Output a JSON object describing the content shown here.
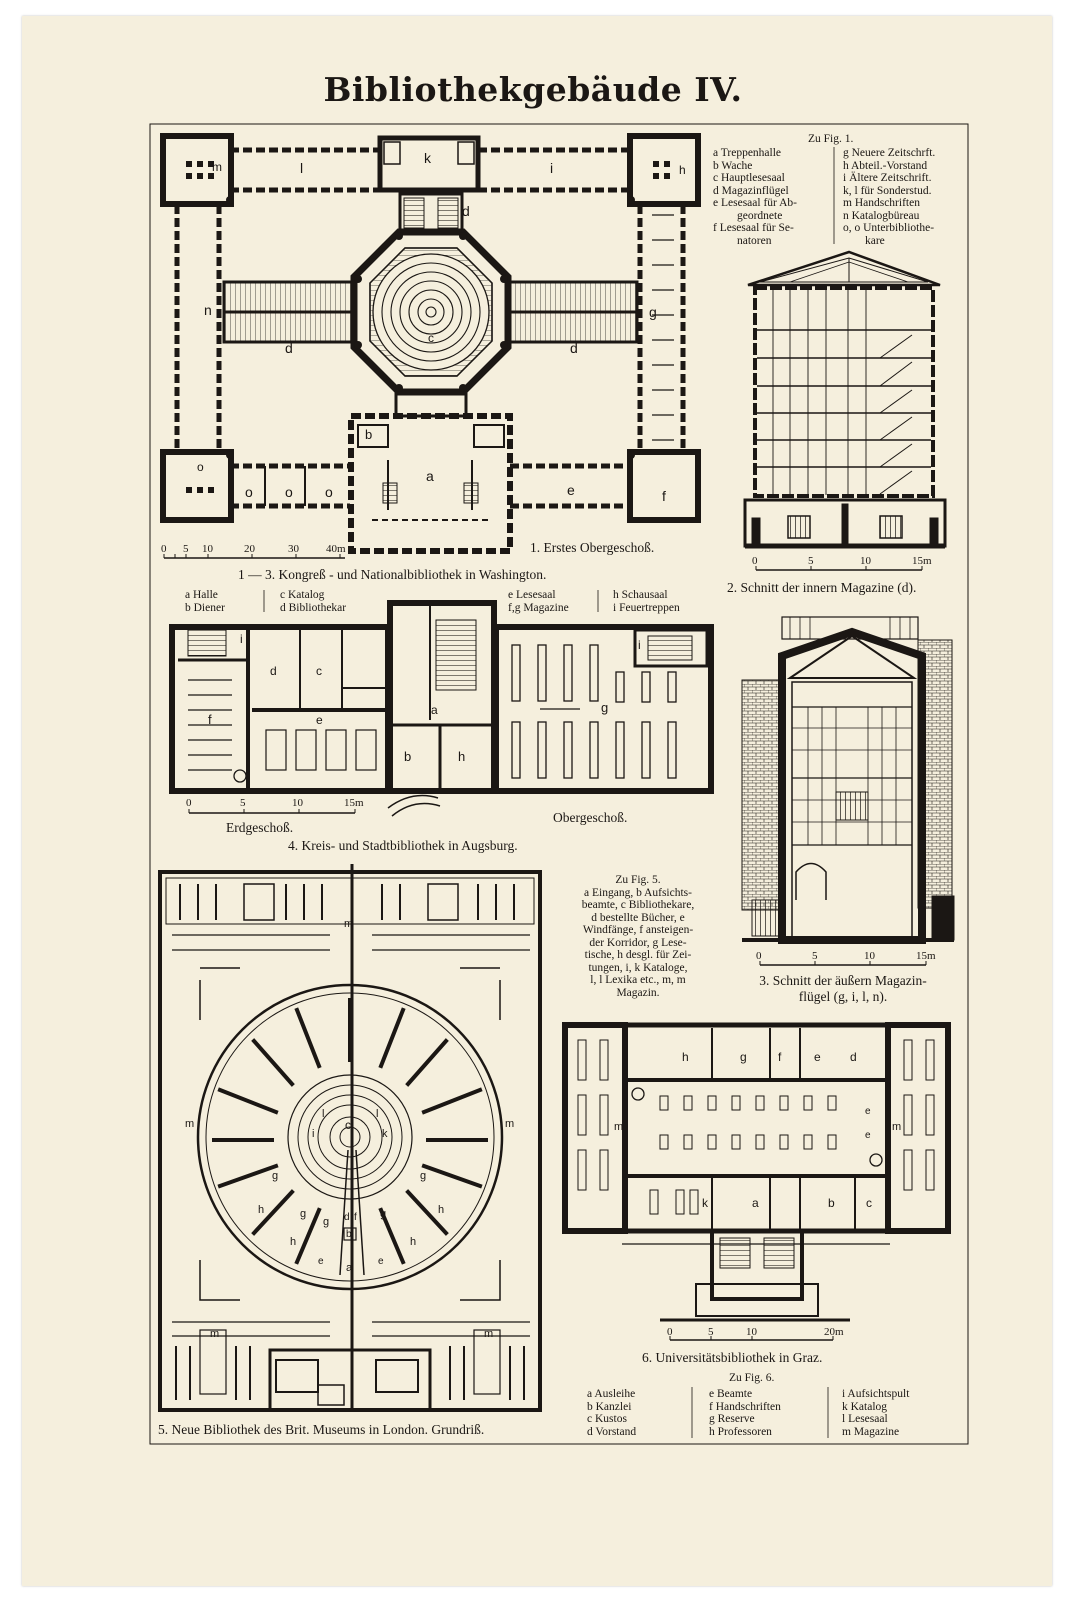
{
  "title": "Bibliothekgebäude IV.",
  "colors": {
    "paper": "#f5efdd",
    "ink": "#1b1714"
  },
  "fig1": {
    "caption": "1. Erstes Obergeschoß.",
    "scale": [
      "0",
      "5",
      "10",
      "20",
      "30",
      "40m"
    ],
    "plan_letters": [
      "l",
      "k",
      "i",
      "m",
      "h",
      "d",
      "d",
      "d",
      "n",
      "g",
      "c",
      "b",
      "a",
      "o",
      "o",
      "o",
      "o",
      "e",
      "f"
    ],
    "legend_heading": "Zu Fig. 1.",
    "legend_left": [
      "a Treppenhalle",
      "b Wache",
      "c Hauptlesesaal",
      "d Magazinflügel",
      "e Lesesaal für Ab-",
      "geordnete",
      "f Lesesaal für Se-",
      "natoren"
    ],
    "legend_right": [
      "g Neuere Zeitschrft.",
      "h Abteil.-Vorstand",
      "i Ältere Zeitschrift.",
      "k, l für Sonderstud.",
      "m Handschriften",
      "n Katalogbüreau",
      "o, o Unterbibliothe-",
      "kare"
    ]
  },
  "group_caption_1_3": "1 — 3. Kongreß - und Nationalbibliothek in Washington.",
  "fig2": {
    "caption": "2. Schnitt der innern Magazine (d).",
    "scale": [
      "0",
      "5",
      "10",
      "15m"
    ]
  },
  "fig3": {
    "caption_line1": "3. Schnitt der äußern Magazin-",
    "caption_line2": "flügel (g, i, l, n).",
    "scale": [
      "0",
      "5",
      "10",
      "15m"
    ]
  },
  "fig4": {
    "legend_col1": [
      "a Halle",
      "b Diener"
    ],
    "legend_col2": [
      "c Katalog",
      "d Bibliothekar"
    ],
    "legend_col3": [
      "e Lesesaal",
      "f,g Magazine"
    ],
    "legend_col4": [
      "h Schausaal",
      "i Feuertreppen"
    ],
    "plan_letters": [
      "i",
      "d",
      "c",
      "f",
      "e",
      "a",
      "b",
      "h",
      "g",
      "i"
    ],
    "scale": [
      "0",
      "5",
      "10",
      "15m"
    ],
    "floor_left": "Erdgeschoß.",
    "floor_right": "Obergeschoß.",
    "caption": "4. Kreis- und Stadtbibliothek in Augsburg."
  },
  "fig5": {
    "legend_heading": "Zu Fig. 5.",
    "legend_lines": [
      "a Eingang, b Aufsichts-",
      "beamte, c Bibliothekare,",
      "d bestellte Bücher, e",
      "Windfänge, f ansteigen-",
      "der Korridor, g Lese-",
      "tische, h desgl. für Zei-",
      "tungen, i, k Kataloge,",
      "l, l Lexika etc., m, m",
      "Magazin."
    ],
    "plan_letters": [
      "m",
      "m",
      "m",
      "c",
      "l",
      "l",
      "i",
      "k",
      "g",
      "g",
      "g",
      "g",
      "g",
      "h",
      "h",
      "h",
      "h",
      "d",
      "f",
      "b",
      "e",
      "e",
      "a",
      "m",
      "m"
    ],
    "caption": "5. Neue Bibliothek des Brit. Museums in London. Grundriß."
  },
  "fig6": {
    "plan_letters": [
      "h",
      "g",
      "f",
      "e",
      "d",
      "m",
      "m",
      "e",
      "e",
      "k",
      "a",
      "b",
      "c"
    ],
    "scale": [
      "0",
      "5",
      "10",
      "20m"
    ],
    "caption": "6. Universitätsbibliothek in Graz.",
    "legend_heading": "Zu Fig. 6.",
    "legend_col1": [
      "a Ausleihe",
      "b Kanzlei",
      "c Kustos",
      "d Vorstand"
    ],
    "legend_col2": [
      "e Beamte",
      "f Handschriften",
      "g Reserve",
      "h Professoren"
    ],
    "legend_col3": [
      "i Aufsichtspult",
      "k Katalog",
      "l Lesesaal",
      "m Magazine"
    ]
  }
}
